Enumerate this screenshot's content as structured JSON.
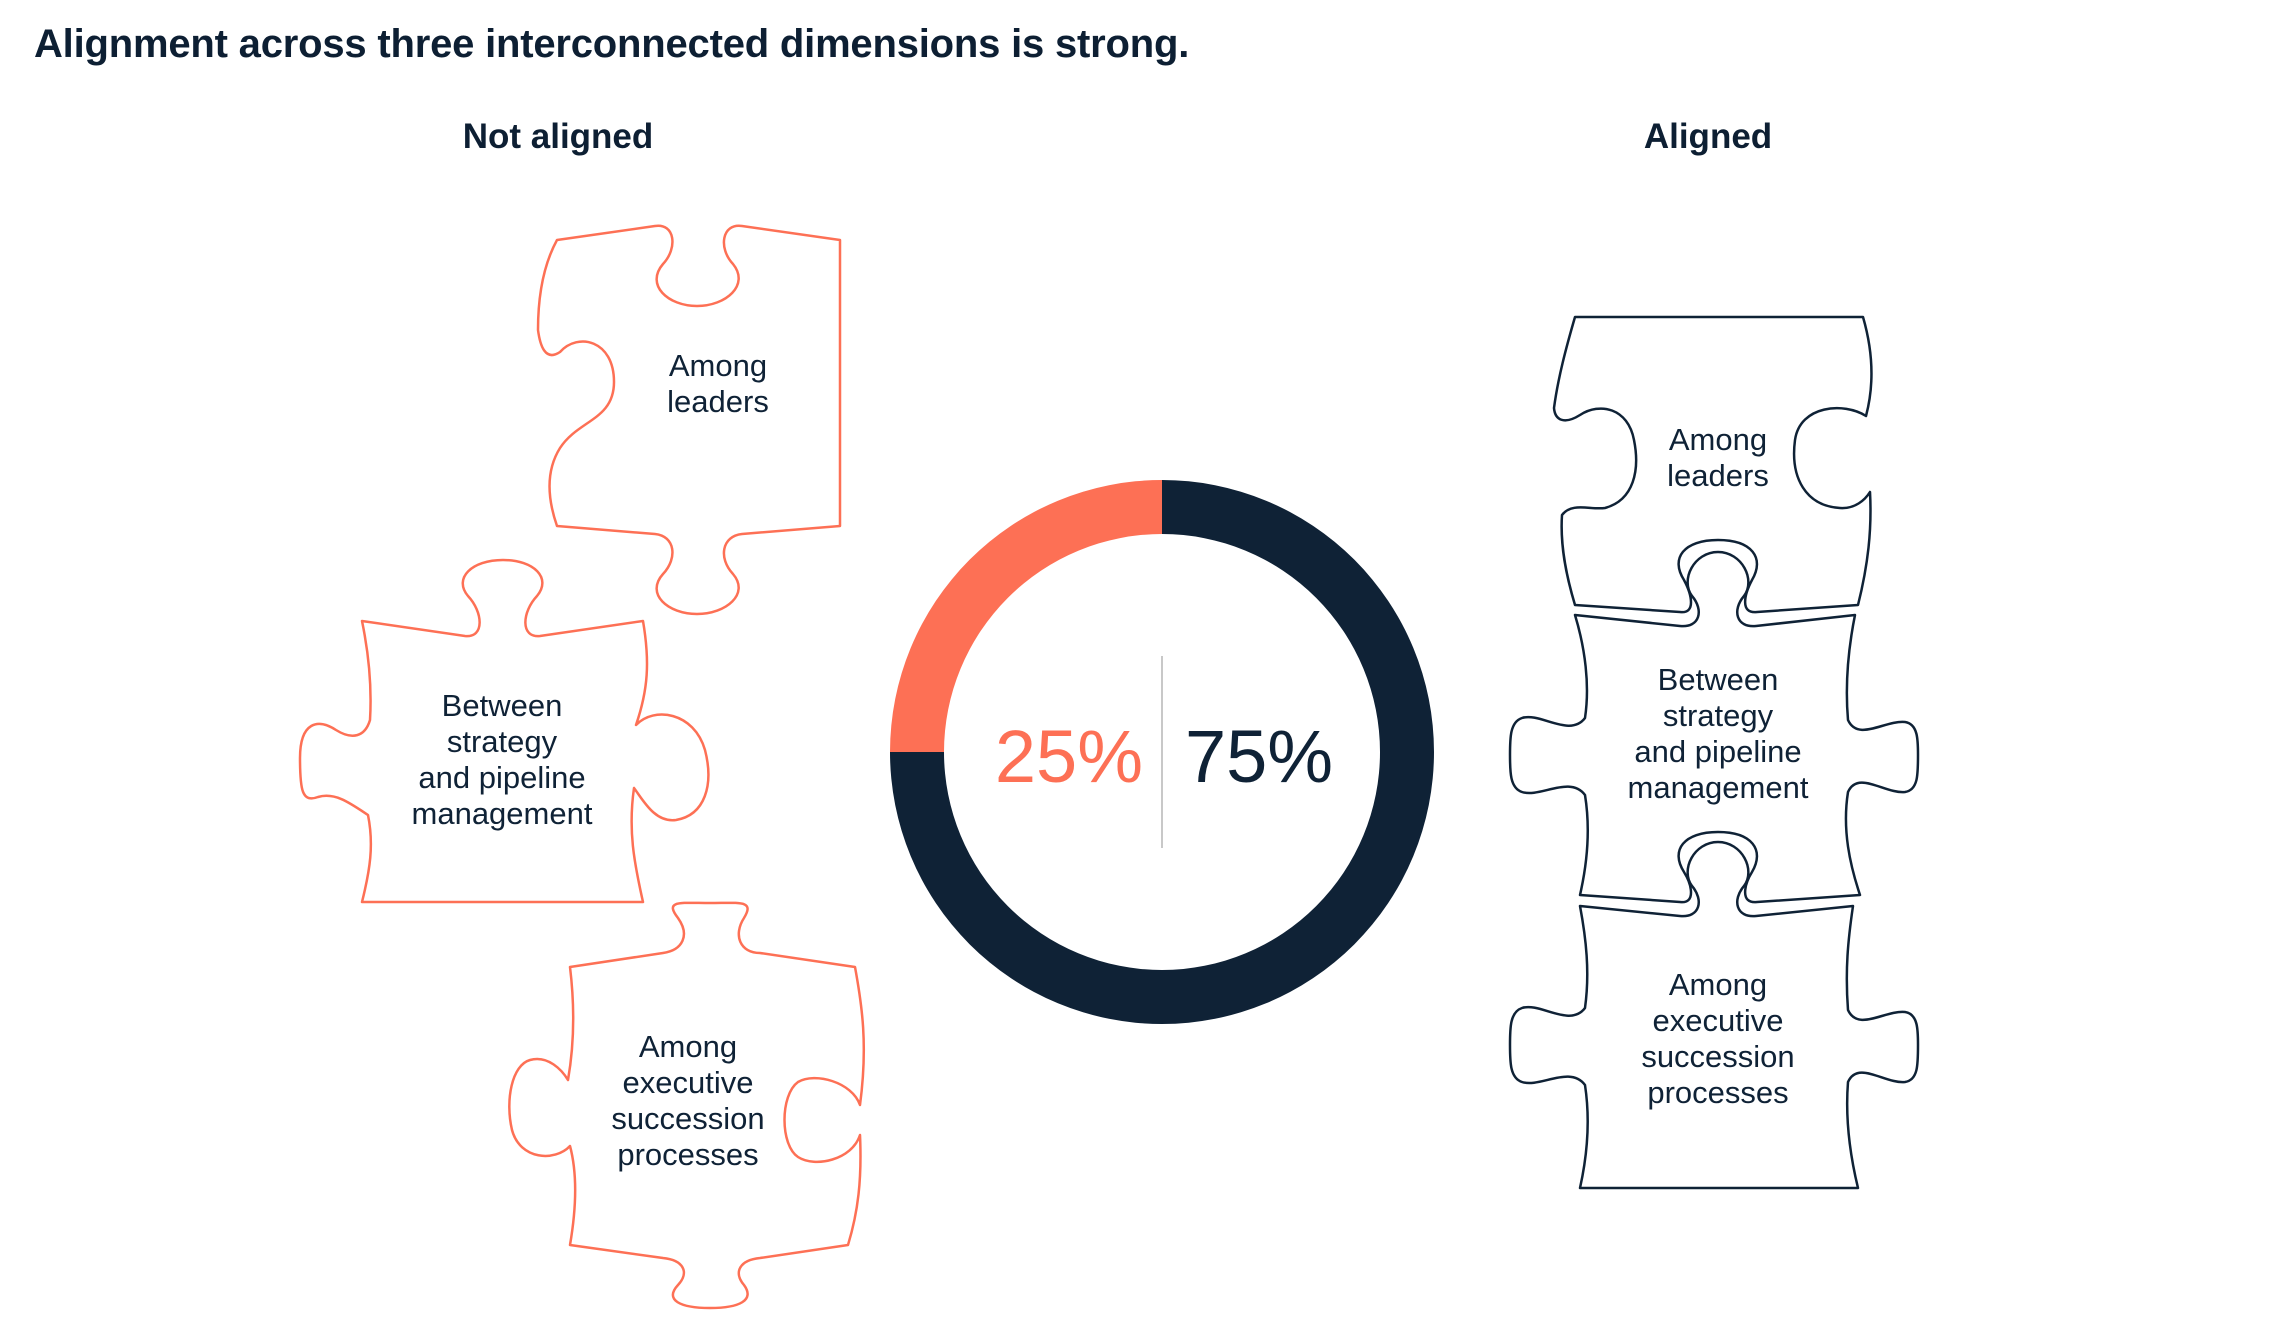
{
  "title": "Alignment across three interconnected dimensions is strong.",
  "left_heading": "Not aligned",
  "right_heading": "Aligned",
  "colors": {
    "not_aligned": "#fd7055",
    "aligned": "#0f2236",
    "divider": "#c8c8c8"
  },
  "left_pieces": [
    {
      "lines": [
        "Among",
        "leaders"
      ]
    },
    {
      "lines": [
        "Between",
        "strategy",
        "and pipeline",
        "management"
      ]
    },
    {
      "lines": [
        "Among",
        "executive",
        "succession",
        "processes"
      ]
    }
  ],
  "right_pieces": [
    {
      "lines": [
        "Among",
        "leaders"
      ]
    },
    {
      "lines": [
        "Between",
        "strategy",
        "and pipeline",
        "management"
      ]
    },
    {
      "lines": [
        "Among",
        "executive",
        "succession",
        "processes"
      ]
    }
  ],
  "chart_data": {
    "type": "pie",
    "categories": [
      "Not aligned",
      "Aligned"
    ],
    "values": [
      25,
      75
    ],
    "value_labels": [
      "25%",
      "75%"
    ],
    "colors": [
      "#fd7055",
      "#0f2236"
    ]
  }
}
